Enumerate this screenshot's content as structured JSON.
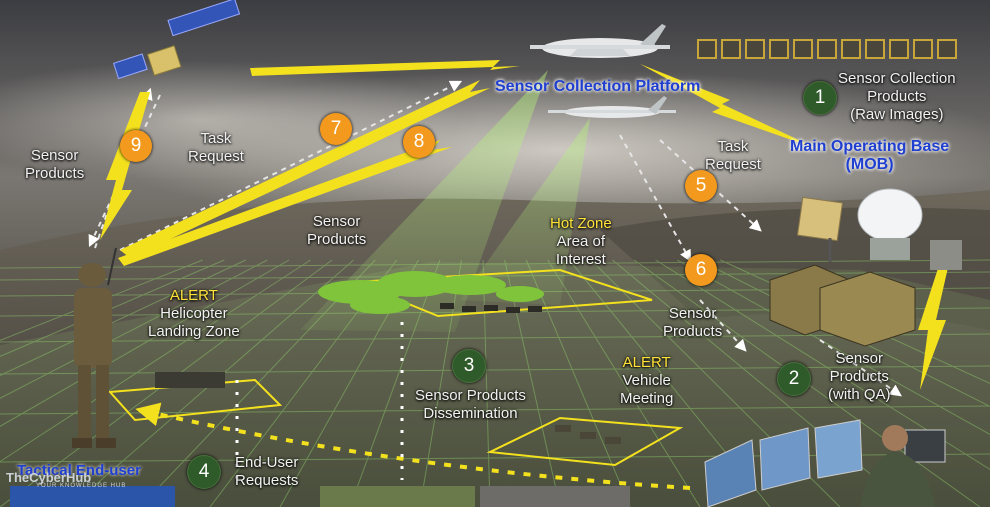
{
  "colors": {
    "orange_badge": "#f39a1e",
    "green_badge": "#2f5b2a",
    "title_blue": "#1f3fd0",
    "alert_yellow": "#ffe23a",
    "lightning_yellow": "#f4e11e",
    "grid_green": "#8fce6a"
  },
  "icons": [
    "satellite-icon",
    "drone-icon",
    "soldier-icon",
    "radar-dish-icon",
    "antenna-icon",
    "vehicle-icon",
    "monitor-icon",
    "operator-icon"
  ],
  "title": "Sensor Collection Platform",
  "badges": [
    {
      "num": "1",
      "style": "green"
    },
    {
      "num": "2",
      "style": "green"
    },
    {
      "num": "3",
      "style": "green"
    },
    {
      "num": "4",
      "style": "green"
    },
    {
      "num": "5",
      "style": "orange"
    },
    {
      "num": "6",
      "style": "orange"
    },
    {
      "num": "7",
      "style": "orange"
    },
    {
      "num": "8",
      "style": "orange"
    },
    {
      "num": "9",
      "style": "orange"
    }
  ],
  "labels": {
    "sensor_collection_products": [
      "Sensor Collection",
      "Products",
      "(Raw Images)"
    ],
    "mob": [
      "Main Operating Base",
      "(MOB)"
    ],
    "task_request_right": [
      "Task",
      "Request"
    ],
    "task_request_left": [
      "Task",
      "Request"
    ],
    "sensor_products_left": [
      "Sensor",
      "Products"
    ],
    "sensor_products_mid": [
      "Sensor",
      "Products"
    ],
    "sensor_products_right": [
      "Sensor",
      "Products"
    ],
    "sensor_products_qa": [
      "Sensor",
      "Products",
      "(with QA)"
    ],
    "hot_zone_title": "Hot Zone",
    "hot_zone_sub": [
      "Area of",
      "Interest"
    ],
    "alert_heli_title": "ALERT",
    "alert_heli_sub": [
      "Helicopter",
      "Landing Zone"
    ],
    "alert_vehicle_title": "ALERT",
    "alert_vehicle_sub": [
      "Vehicle",
      "Meeting"
    ],
    "dissemination": [
      "Sensor Products",
      "Dissemination"
    ],
    "end_user_requests": [
      "End-User",
      "Requests"
    ],
    "tactical_end_user": "Tactical End-user"
  },
  "watermark": {
    "name": "TheCyberHub",
    "tagline": "YOUR KNOWLEDGE HUB"
  }
}
